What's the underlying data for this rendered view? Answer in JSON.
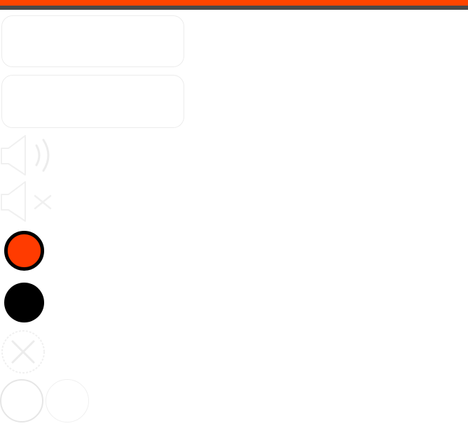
{
  "header": {
    "accent_color": "#ff4500",
    "secondary_color": "#4a4a4a"
  },
  "panels": [
    {
      "name": "panel-1",
      "text": ""
    },
    {
      "name": "panel-2",
      "text": ""
    }
  ],
  "icons": {
    "speaker_on": "speaker-volume-icon",
    "speaker_mute": "speaker-mute-icon",
    "record": "record-button",
    "stop": "stop-button",
    "close": "close-icon"
  },
  "colors": {
    "record_fill": "#ff3b00",
    "record_border": "#000000",
    "stop_fill": "#000000",
    "faint_outline": "#e6e6e6"
  }
}
